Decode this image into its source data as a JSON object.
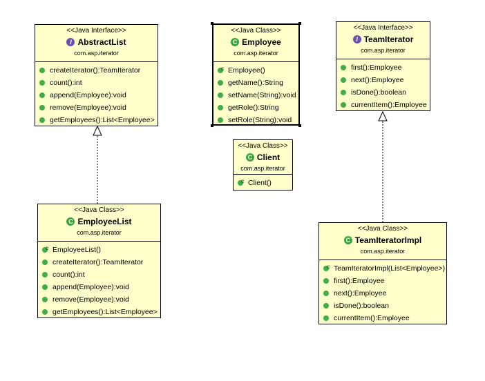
{
  "classes": {
    "abstract_list": {
      "stereotype": "<<Java Interface>>",
      "kind_icon": "I",
      "name": "AbstractList",
      "package": "com.asp.iterator",
      "members": [
        "createIterator():TeamIterator",
        "count():int",
        "append(Employee):void",
        "remove(Employee):void",
        "getEmployees():List<Employee>"
      ]
    },
    "employee": {
      "stereotype": "<<Java Class>>",
      "kind_icon": "C",
      "name": "Employee",
      "package": "com.asp.iterator",
      "members": [
        "Employee()",
        "getName():String",
        "setName(String):void",
        "getRole():String",
        "setRole(String):void"
      ]
    },
    "team_iterator": {
      "stereotype": "<<Java Interface>>",
      "kind_icon": "I",
      "name": "TeamIterator",
      "package": "com.asp.iterator",
      "members": [
        "first():Employee",
        "next():Employee",
        "isDone():boolean",
        "currentItem():Employee"
      ]
    },
    "client": {
      "stereotype": "<<Java Class>>",
      "kind_icon": "C",
      "name": "Client",
      "package": "com.asp.iterator",
      "members": [
        "Client()"
      ]
    },
    "employee_list": {
      "stereotype": "<<Java Class>>",
      "kind_icon": "C",
      "name": "EmployeeList",
      "package": "com.asp.iterator",
      "members": [
        "EmployeeList()",
        "createIterator():TeamIterator",
        "count():int",
        "append(Employee):void",
        "remove(Employee):void",
        "getEmployees():List<Employee>"
      ]
    },
    "team_iterator_impl": {
      "stereotype": "<<Java Class>>",
      "kind_icon": "C",
      "name": "TeamIteratorImpl",
      "package": "com.asp.iterator",
      "members": [
        "TeamIteratorImpl(List<Employee>)",
        "first():Employee",
        "next():Employee",
        "isDone():boolean",
        "currentItem():Employee"
      ]
    }
  },
  "colors": {
    "box_fill": "#ffffcc",
    "member_icon": "#3fae49",
    "class_icon": "#3aa33a",
    "interface_icon": "#6b4fb3"
  }
}
